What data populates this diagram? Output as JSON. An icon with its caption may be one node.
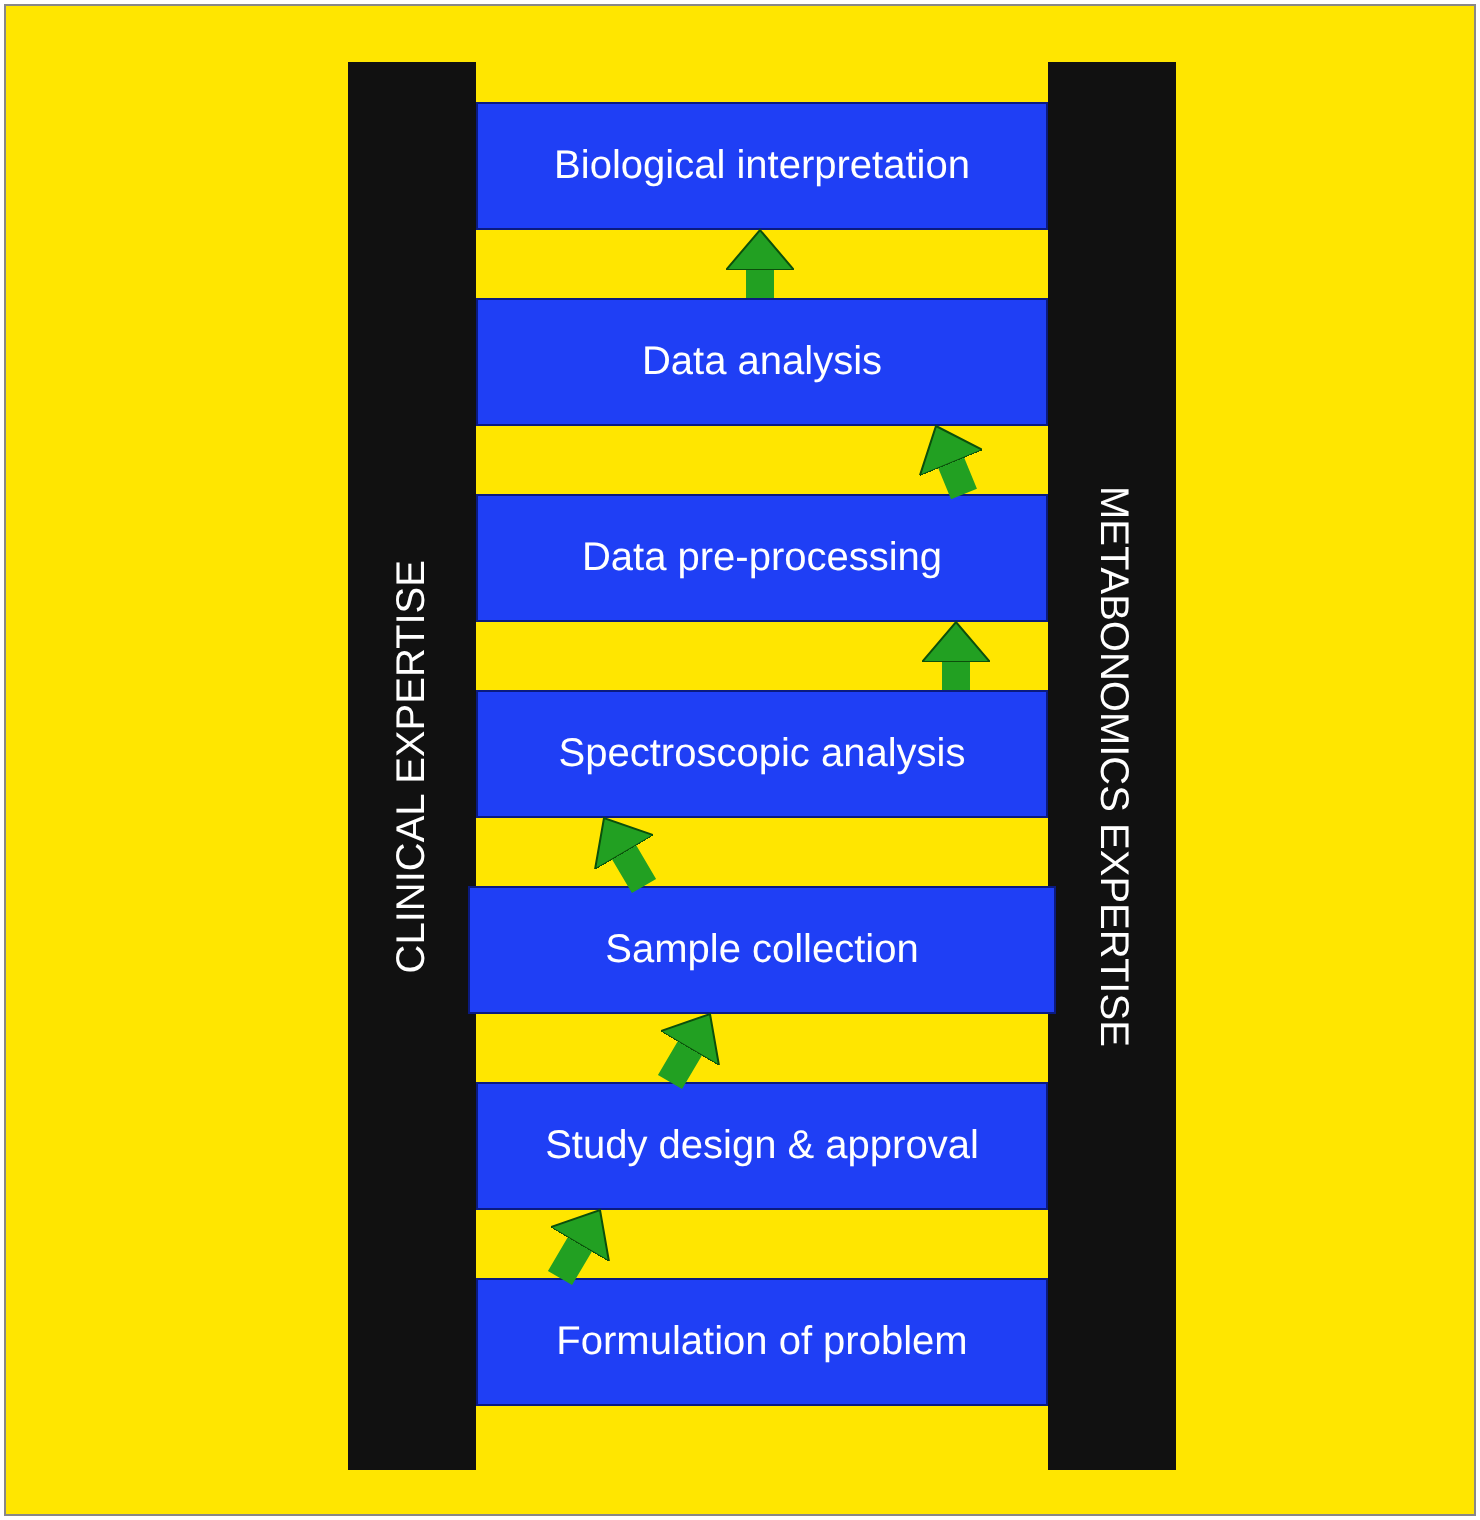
{
  "diagram": {
    "nodes": [
      {
        "text": [
          "CLINICAL EXPERTISE"
        ]
      },
      {
        "text": [
          "METABONOMICS EXPERTISE"
        ]
      },
      {
        "text": [
          "Biological interpretation"
        ]
      },
      {
        "text": [
          "Data analysis"
        ]
      },
      {
        "text": [
          "Data pre-processing"
        ]
      },
      {
        "text": [
          "Spectroscopic analysis"
        ]
      },
      {
        "text": [
          "Sample collection"
        ]
      },
      {
        "text": [
          "Study design & approval"
        ]
      },
      {
        "text": [
          "Formulation of problem"
        ]
      }
    ],
    "edges": [
      {
        "from": 8,
        "to": 7,
        "arrow": "to"
      },
      {
        "from": 7,
        "to": 6,
        "arrow": "to"
      },
      {
        "from": 6,
        "to": 5,
        "arrow": "to"
      },
      {
        "from": 5,
        "to": 4,
        "arrow": "to"
      },
      {
        "from": 4,
        "to": 3,
        "arrow": "to"
      },
      {
        "from": 3,
        "to": 2,
        "arrow": "to"
      }
    ]
  }
}
